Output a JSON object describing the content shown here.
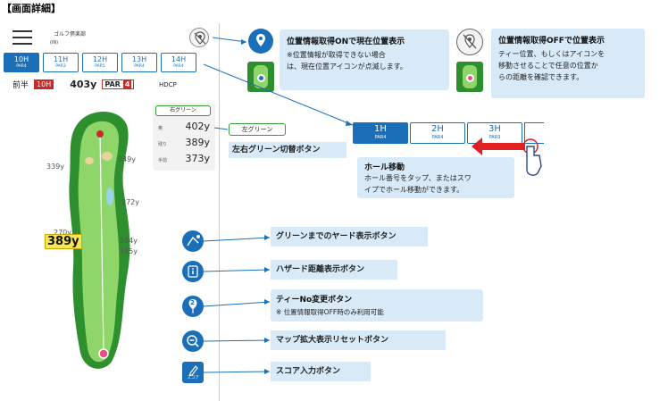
{
  "page_title": "【画面詳細】",
  "header": {
    "course_name": "ゴルフ倶楽部",
    "course_sub": "(IN)"
  },
  "hole_tabs": [
    {
      "hole": "10H",
      "par": "PAR4"
    },
    {
      "hole": "11H",
      "par": "PAR3"
    },
    {
      "hole": "12H",
      "par": "PAR5"
    },
    {
      "hole": "13H",
      "par": "PAR4"
    },
    {
      "hole": "14H",
      "par": "PAR4"
    }
  ],
  "info": {
    "half": "前半",
    "hole": "10H",
    "yard": "403y",
    "par_label": "PAR",
    "par_num": "4",
    "hdcp": "HDCP"
  },
  "green_card": {
    "button": "右グリーン",
    "rows": [
      {
        "label": "奥",
        "value": "402y"
      },
      {
        "label": "残り",
        "value": "389y"
      },
      {
        "label": "手前",
        "value": "373y"
      }
    ]
  },
  "map": {
    "distances": [
      "339y",
      "349y",
      "272y",
      "270y",
      "204y",
      "185y"
    ],
    "yard_label": "389y"
  },
  "location_on": {
    "title": "位置情報取得ONで現在位置表示",
    "desc": [
      "※位置情報が取得できない場合",
      "は、現在位置アイコンが点滅します。"
    ]
  },
  "location_off": {
    "title": "位置情報取得OFFで位置表示",
    "desc": [
      "ティー位置、もしくはアイコンを",
      "移動させることで任意の位置か",
      "らの距離を確認できます。"
    ]
  },
  "big_tabs": [
    {
      "hole": "1H",
      "par": "PAR4"
    },
    {
      "hole": "2H",
      "par": "PAR4"
    },
    {
      "hole": "3H",
      "par": "PAR3"
    }
  ],
  "lr_green": {
    "button": "左グリーン",
    "label": "左右グリーン切替ボタン"
  },
  "hole_move": {
    "title": "ホール移動",
    "desc": [
      "ホール番号をタップ、またはスワ",
      "イプでホール移動ができます。"
    ]
  },
  "functions": [
    {
      "label": "グリーンまでのヤード表示ボタン",
      "icon": "yardage-icon"
    },
    {
      "label": "ハザード距離表示ボタン",
      "icon": "info-icon"
    },
    {
      "label": "ティーNo変更ボタン",
      "icon": "tee-number-icon",
      "note": "※ 位置情報取得OFF時のみ利用可能"
    },
    {
      "label": "マップ拡大表示リセットボタン",
      "icon": "zoom-reset-icon"
    },
    {
      "label": "スコア入力ボタン",
      "icon": "score-icon",
      "icon_text": "スコア"
    }
  ],
  "tee_icon_number": "2",
  "colors": {
    "accent": "#1b6fb8",
    "callout": "#d8eaf8",
    "red": "#c82a2a",
    "fairway": "#8fd66a",
    "rough": "#2d8f2d"
  }
}
